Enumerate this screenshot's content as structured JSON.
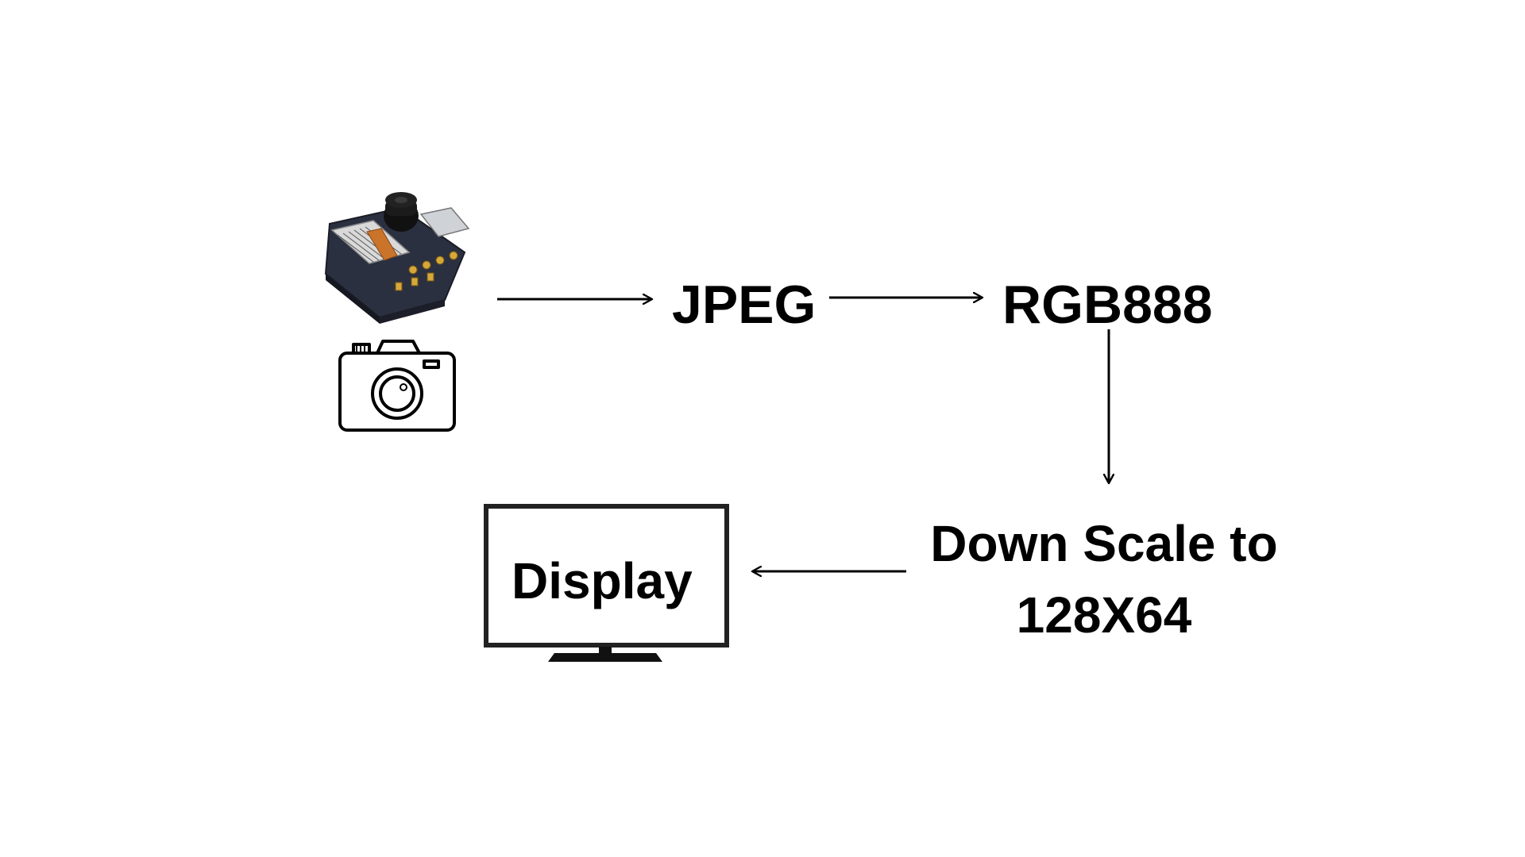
{
  "diagram": {
    "nodes": {
      "jpeg": "JPEG",
      "rgb": "RGB888",
      "downscale": "Down Scale to 128X64",
      "display": "Display"
    },
    "icons": {
      "board": "esp32-camera-board-icon",
      "camera": "camera-icon",
      "monitor": "monitor-icon"
    },
    "edges": [
      {
        "from": "camera",
        "to": "JPEG"
      },
      {
        "from": "JPEG",
        "to": "RGB888"
      },
      {
        "from": "RGB888",
        "to": "Down Scale to 128X64"
      },
      {
        "from": "Down Scale to 128X64",
        "to": "Display"
      }
    ]
  }
}
